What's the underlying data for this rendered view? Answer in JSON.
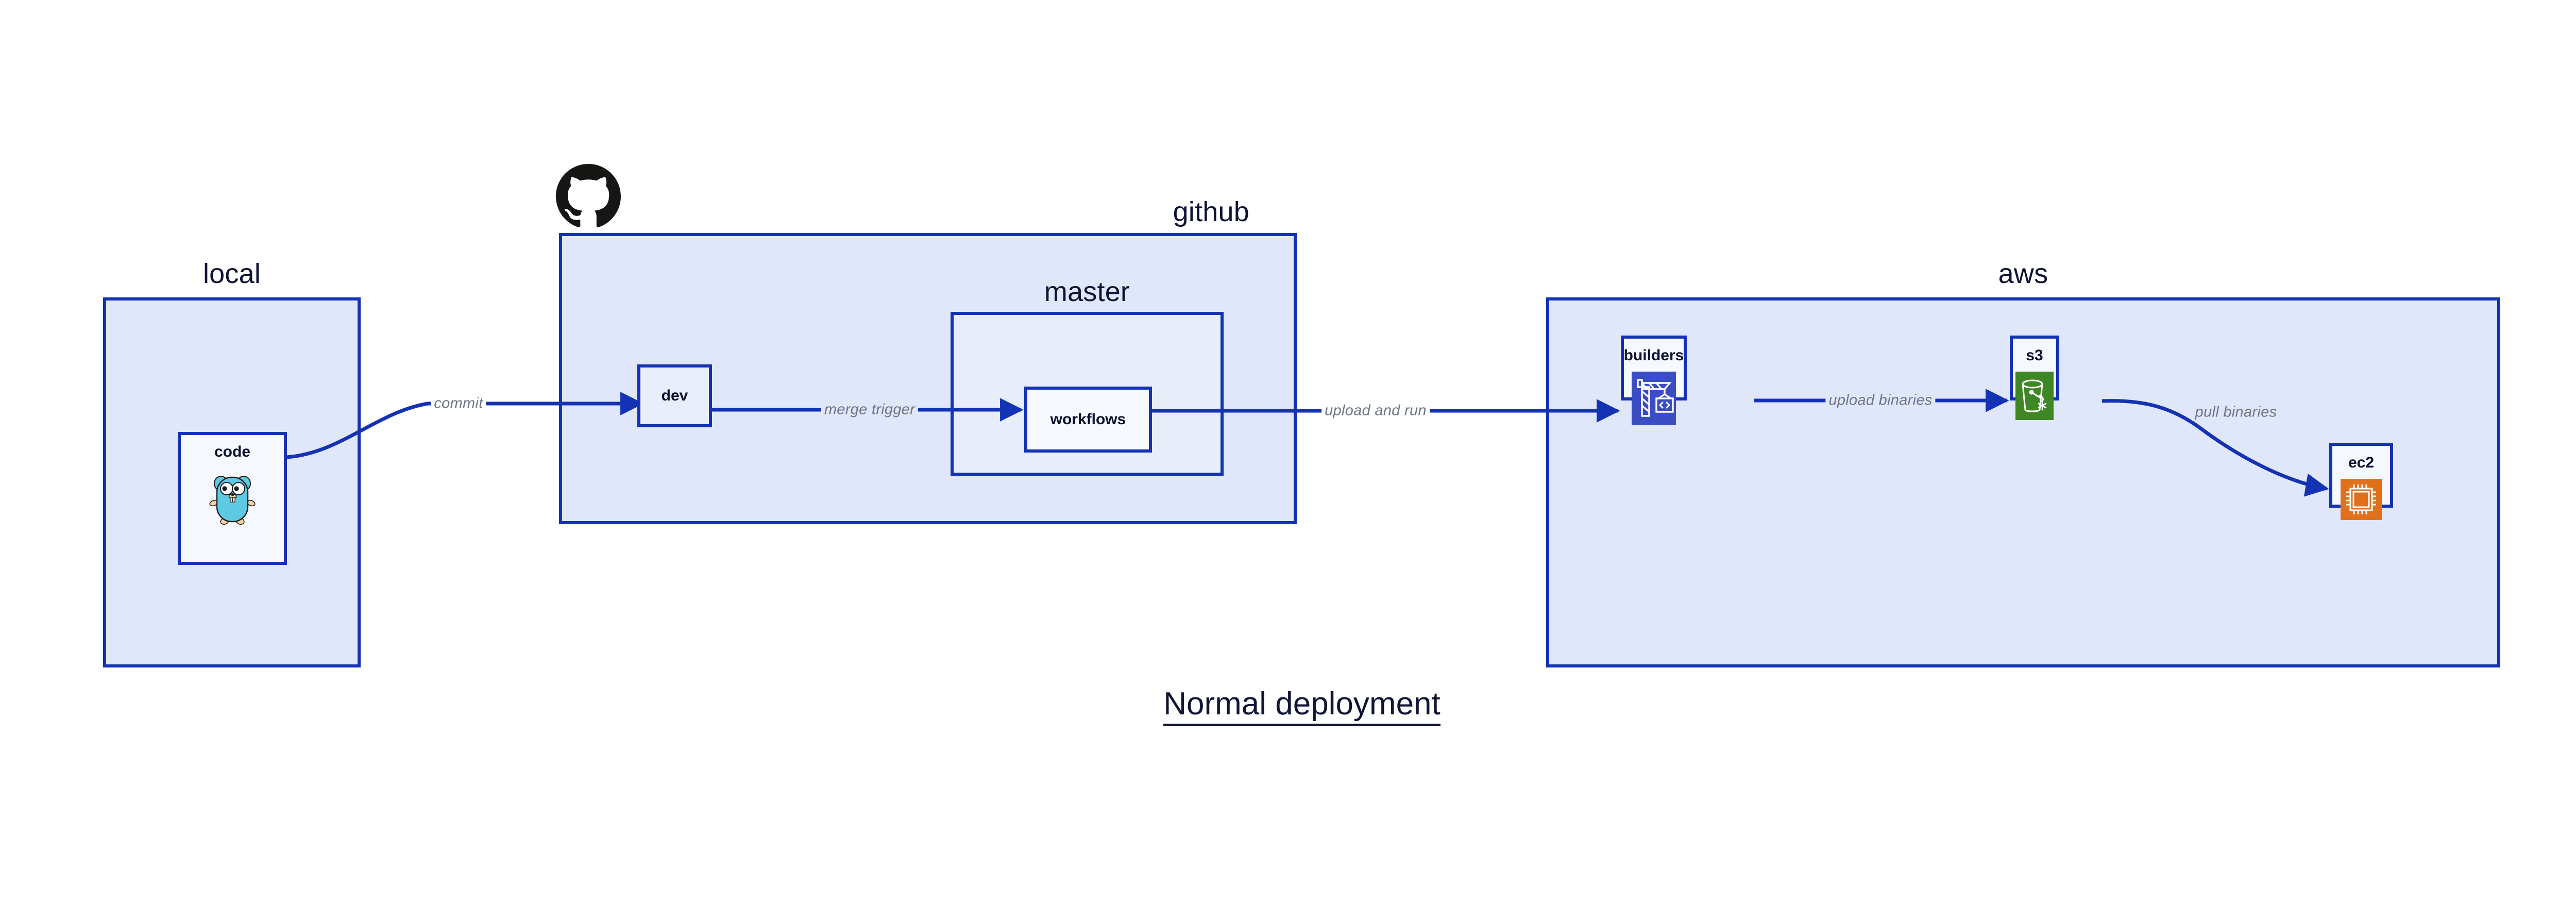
{
  "diagram": {
    "title": "Normal deployment",
    "colors": {
      "cluster_border": "#1432B4",
      "cluster_fill": "#E1E7FA",
      "cluster_inner_fill": "#E8EDFA",
      "node_fill": "#E9EEFB",
      "node_fill_light": "#F5F8FE",
      "edge": "#1432B4",
      "edge_label_text": "#6F7585",
      "title_text": "#111534",
      "go_gopher": "#5DC9E2",
      "aws_builders": "#3B4DC4",
      "aws_s3": "#3F8624",
      "aws_ec2": "#E0701A",
      "github_logo": "#161614"
    }
  },
  "clusters": [
    {
      "id": "local",
      "label": "local"
    },
    {
      "id": "github",
      "label": "github"
    },
    {
      "id": "master",
      "label": "master"
    },
    {
      "id": "aws",
      "label": "aws"
    }
  ],
  "nodes": [
    {
      "id": "code",
      "label": "code",
      "icon": "go-gopher-icon"
    },
    {
      "id": "dev",
      "label": "dev",
      "icon": null
    },
    {
      "id": "workflows",
      "label": "workflows",
      "icon": null
    },
    {
      "id": "builders",
      "label": "builders",
      "icon": "aws-crane-code-icon"
    },
    {
      "id": "s3",
      "label": "s3",
      "icon": "aws-s3-bucket-icon"
    },
    {
      "id": "ec2",
      "label": "ec2",
      "icon": "aws-ec2-chip-icon"
    }
  ],
  "edges": [
    {
      "id": "code-dev",
      "from": "code",
      "to": "dev",
      "label": "commit"
    },
    {
      "id": "dev-workflows",
      "from": "dev",
      "to": "workflows",
      "label": "merge trigger"
    },
    {
      "id": "workflows-builders",
      "from": "workflows",
      "to": "builders",
      "label": "upload and run"
    },
    {
      "id": "builders-s3",
      "from": "builders",
      "to": "s3",
      "label": "upload binaries"
    },
    {
      "id": "s3-ec2",
      "from": "s3",
      "to": "ec2",
      "label": "pull binaries"
    }
  ],
  "logos": [
    {
      "id": "github-octocat",
      "name": "github-octocat-logo"
    }
  ]
}
